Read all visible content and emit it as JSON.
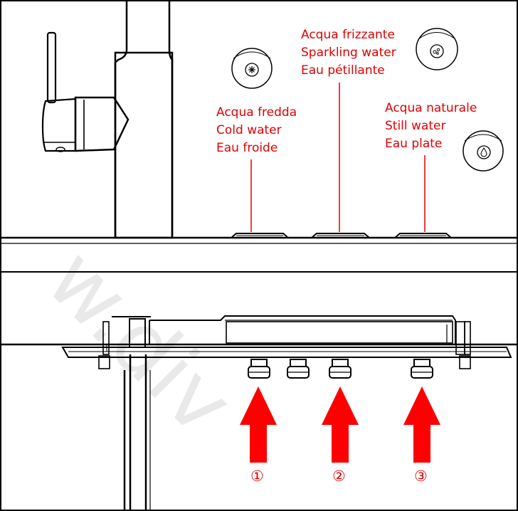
{
  "labels": {
    "cold": [
      "Acqua fredda",
      "Cold water",
      "Eau froide"
    ],
    "sparkling": [
      "Acqua frizzante",
      "Sparkling water",
      "Eau pétillante"
    ],
    "still": [
      "Acqua naturale",
      "Still water",
      "Eau plate"
    ]
  },
  "numbers": [
    "①",
    "②",
    "③"
  ],
  "watermark": "w.div",
  "colors": {
    "accent": "#e00000",
    "line": "#000000",
    "arrow": "#ff0000"
  },
  "icons": {
    "cold": "snowflake-icon",
    "sparkling": "bubbles-icon",
    "still": "water-drop-icon"
  }
}
